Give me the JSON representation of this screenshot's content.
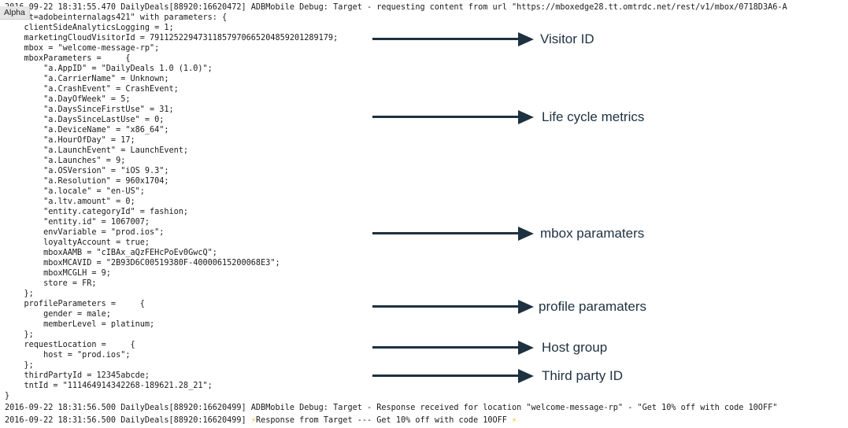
{
  "window": {
    "tag": "Alpha"
  },
  "log": {
    "header_line_1": "2016-09-22 18:31:55.470 DailyDeals[88920:16620472] ADBMobile Debug: Target - requesting content from url \"https://mboxedge28.tt.omtrdc.net/rest/v1/mbox/0718D3A6-A",
    "header_line_2": "client=adobeinternalags421\" with parameters: {",
    "lines": [
      "    clientSideAnalyticsLogging = 1;",
      "    marketingCloudVisitorId = 79112522947311857970665204859201289179;",
      "    mbox = \"welcome-message-rp\";",
      "    mboxParameters =     {",
      "        \"a.AppID\" = \"DailyDeals 1.0 (1.0)\";",
      "        \"a.CarrierName\" = Unknown;",
      "        \"a.CrashEvent\" = CrashEvent;",
      "        \"a.DayOfWeek\" = 5;",
      "        \"a.DaysSinceFirstUse\" = 31;",
      "        \"a.DaysSinceLastUse\" = 0;",
      "        \"a.DeviceName\" = \"x86_64\";",
      "        \"a.HourOfDay\" = 17;",
      "        \"a.LaunchEvent\" = LaunchEvent;",
      "        \"a.Launches\" = 9;",
      "        \"a.OSVersion\" = \"iOS 9.3\";",
      "        \"a.Resolution\" = 960x1704;",
      "        \"a.locale\" = \"en-US\";",
      "        \"a.ltv.amount\" = 0;",
      "        \"entity.categoryId\" = fashion;",
      "        \"entity.id\" = 1067007;",
      "        envVariable = \"prod.ios\";",
      "        loyaltyAccount = true;",
      "        mboxAAMB = \"cIBAx_aQzFEHcPoEv0GwcQ\";",
      "        mboxMCAVID = \"2B93D6C00519380F-40000615200068E3\";",
      "        mboxMCGLH = 9;",
      "        store = FR;",
      "    };",
      "    profileParameters =     {",
      "        gender = male;",
      "        memberLevel = platinum;",
      "    };",
      "    requestLocation =     {",
      "        host = \"prod.ios\";",
      "    };",
      "    thirdPartyId = 12345abcde;",
      "    tntId = \"111464914342268-189621.28_21\";",
      "}"
    ],
    "footer_line_1": "2016-09-22 18:31:56.500 DailyDeals[88920:16620499] ADBMobile Debug: Target - Response received for location \"welcome-message-rp\" - \"Get 10% off with code 10OFF\"",
    "footer_line_2": {
      "prefix": "2016-09-22 18:31:56.500 DailyDeals[88920:16620499] ",
      "bolt": "⚡",
      "message": "Response from Target --- Get 10% off with code 10OFF ",
      "bolt_end": "⚡"
    }
  },
  "annotations": [
    {
      "label": "Visitor ID"
    },
    {
      "label": "Life cycle metrics"
    },
    {
      "label": "mbox paramaters"
    },
    {
      "label": "profile paramaters"
    },
    {
      "label": "Host group"
    },
    {
      "label": "Third party ID"
    }
  ],
  "colors": {
    "annotation": "#1e3140",
    "log_text": "#1a1a1a",
    "bolt": "#e8b400"
  }
}
